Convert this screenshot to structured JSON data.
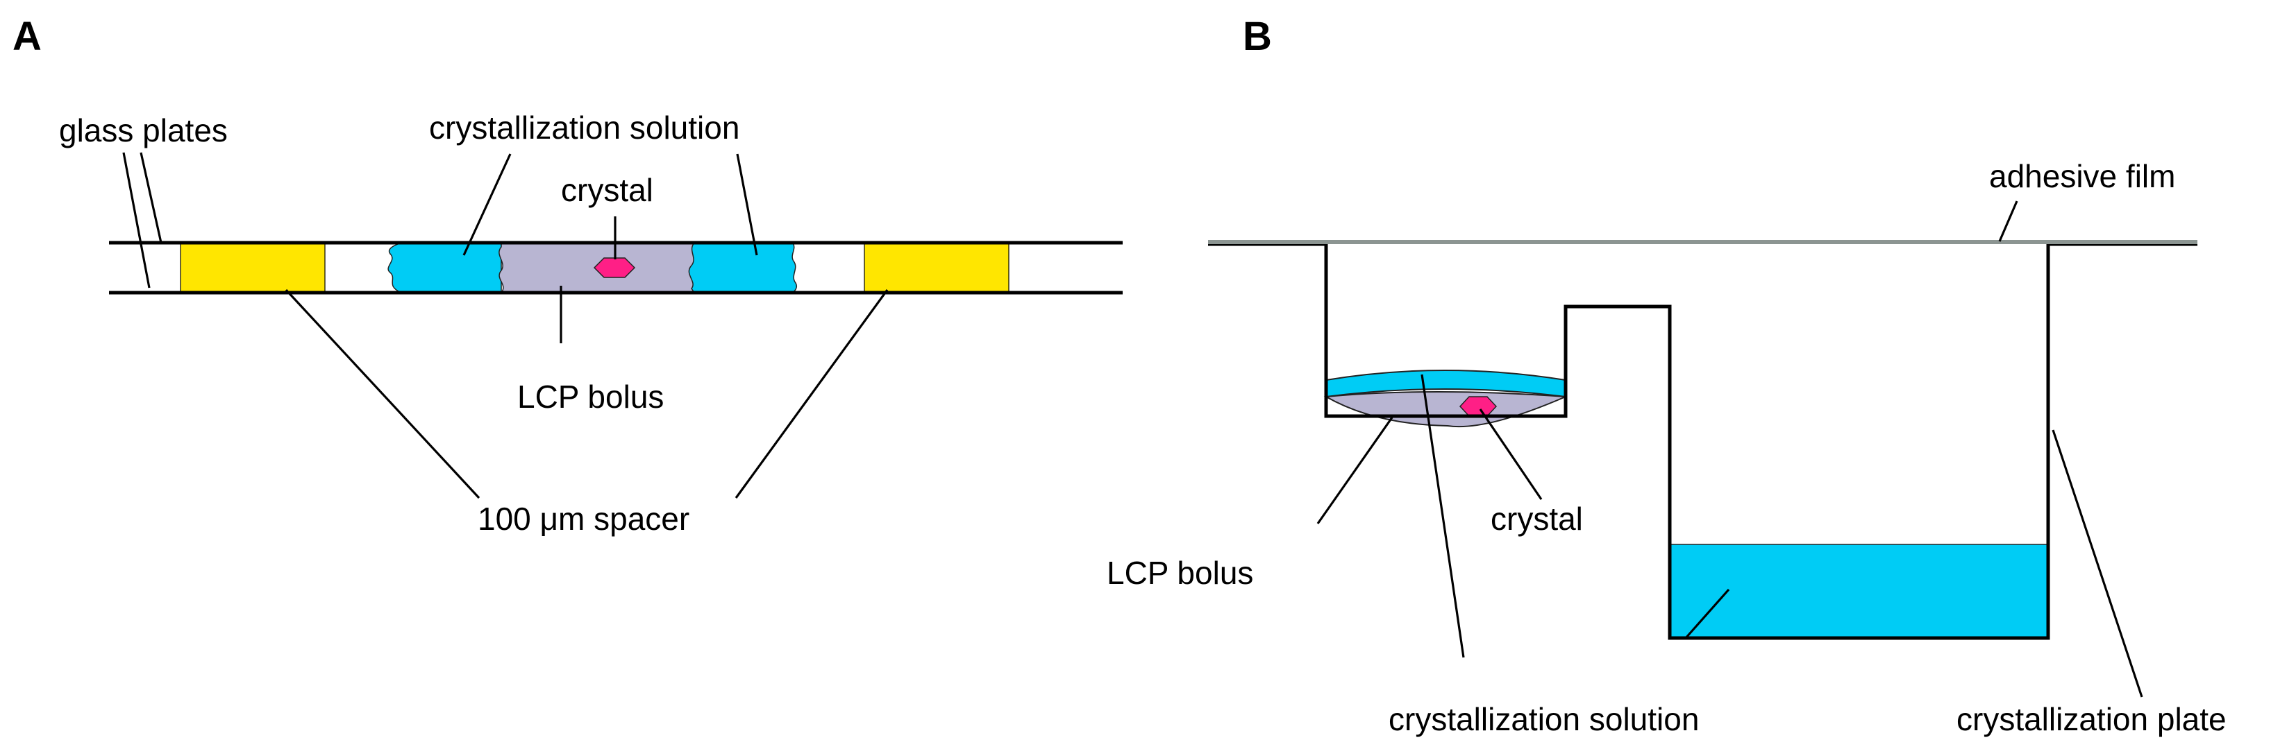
{
  "colors": {
    "spacer": "#ffe600",
    "solution": "#00ccf5",
    "bolus": "#b8b5d2",
    "crystal": "#ff1f86",
    "film": "#8c9592",
    "line": "#000000"
  },
  "panel_a": {
    "letter": "A",
    "labels": {
      "glass_plates": "glass plates",
      "crystallization_solution": "crystallization solution",
      "crystal": "crystal",
      "lcp_bolus": "LCP bolus",
      "spacer": "100 μm spacer"
    }
  },
  "panel_b": {
    "letter": "B",
    "labels": {
      "adhesive_film": "adhesive film",
      "crystal": "crystal",
      "lcp_bolus": "LCP bolus",
      "crystallization_solution": "crystallization solution",
      "crystallization_plate": "crystallization plate"
    }
  }
}
